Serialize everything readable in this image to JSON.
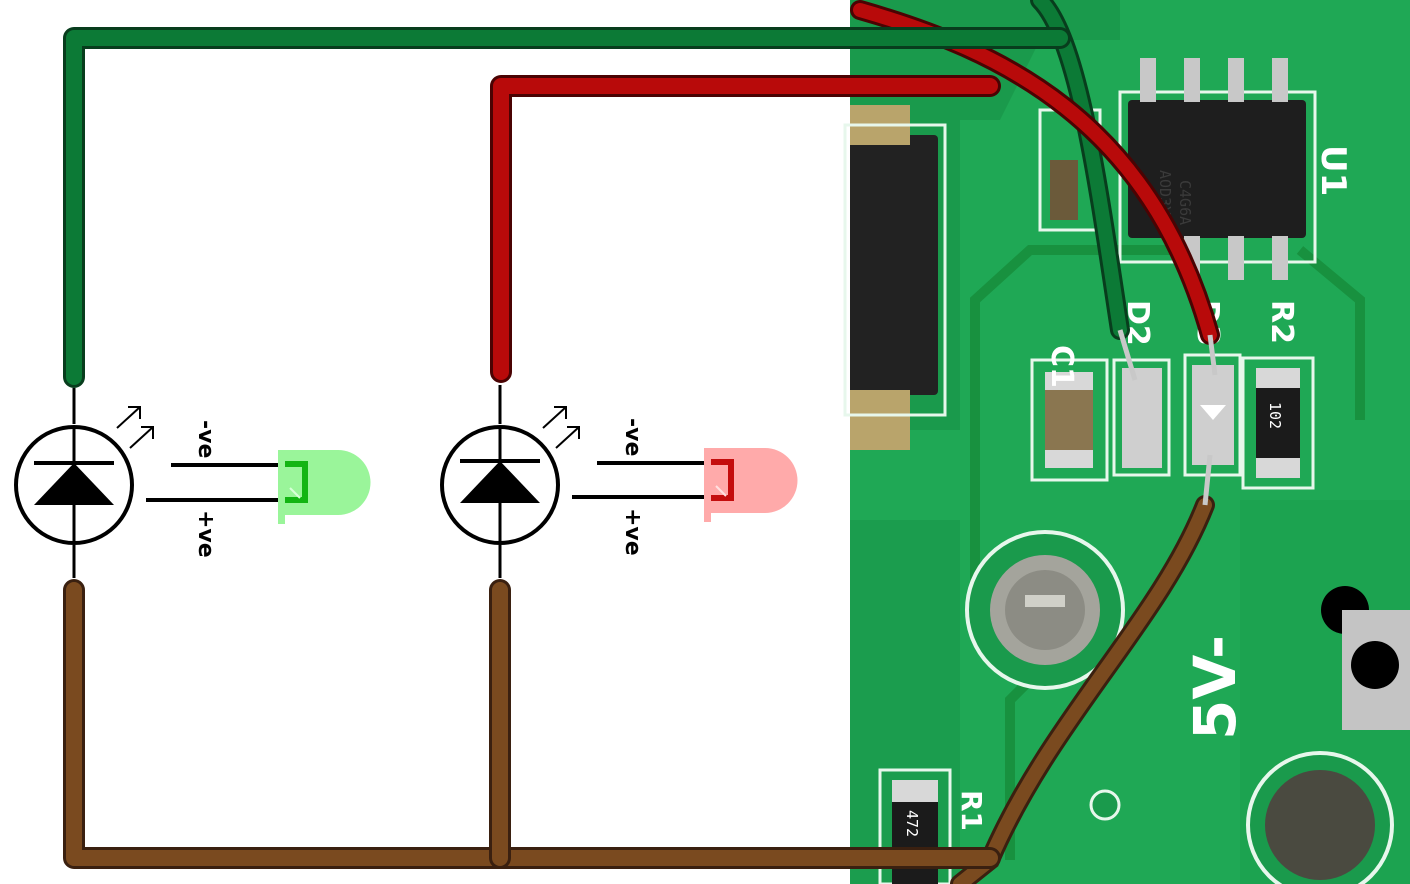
{
  "colors": {
    "green_wire": "#0c7a36",
    "red_wire": "#b80a0a",
    "brown_wire": "#7a4a1f",
    "pcb": "#1fa855",
    "led_green": "#9af59a",
    "led_red": "#ffaaaa"
  },
  "schematic": {
    "led_green": {
      "neg_label": "-ve",
      "pos_label": "+ve",
      "icon": "photodiode-icon"
    },
    "led_red": {
      "neg_label": "-ve",
      "pos_label": "+ve",
      "icon": "photodiode-icon"
    }
  },
  "pcb": {
    "ic_designator": "U1",
    "ic_marking_1": "C4G6A",
    "ic_marking_2": "AOD3Y6",
    "c1_label": "C1",
    "d2_label": "D2",
    "d3_label": "D3",
    "r2_label": "R2",
    "r2_value": "102",
    "r1_value": "472",
    "r1_label": "R1",
    "power_label": "5V-"
  }
}
